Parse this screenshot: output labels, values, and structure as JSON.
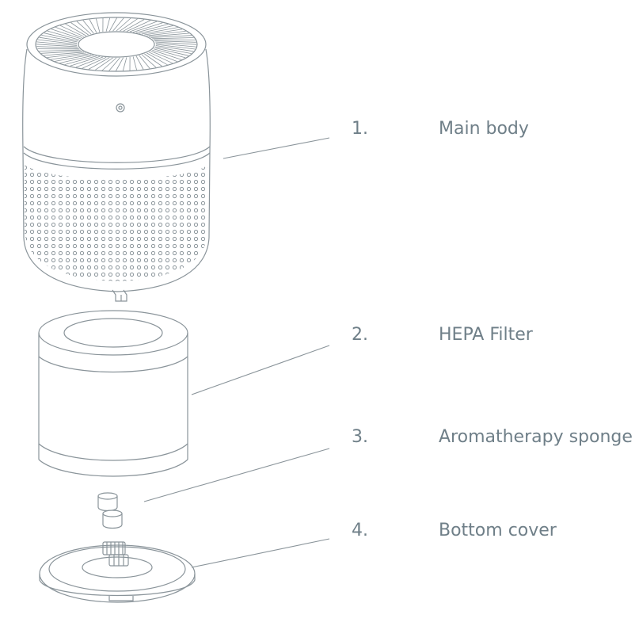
{
  "parts": [
    {
      "number": "1.",
      "label": "Main body"
    },
    {
      "number": "2.",
      "label": "HEPA Filter"
    },
    {
      "number": "3.",
      "label": "Aromatherapy sponge"
    },
    {
      "number": "4.",
      "label": "Bottom cover"
    }
  ],
  "colors": {
    "line": "#8a949a",
    "text": "#6f7f88",
    "background": "#ffffff"
  }
}
